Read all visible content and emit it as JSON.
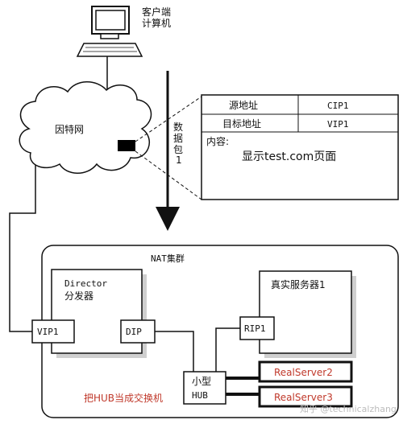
{
  "client": {
    "label_line1": "客户端",
    "label_line2": "计算机"
  },
  "internet": {
    "label": "因特网"
  },
  "packet": {
    "arrow_label": [
      "数",
      "据",
      "包",
      "1"
    ],
    "table": {
      "rows": [
        {
          "key": "源地址",
          "value": "CIP1"
        },
        {
          "key": "目标地址",
          "value": "VIP1"
        }
      ],
      "content_label": "内容:",
      "content_value": "显示test.com页面"
    }
  },
  "cluster": {
    "title": "NAT集群",
    "director": {
      "title_line1": "Director",
      "title_line2": "分发器",
      "vip": "VIP1",
      "dip": "DIP"
    },
    "hub": {
      "line1": "小型",
      "line2": "HUB",
      "caption": "把HUB当成交换机"
    },
    "real_server1": {
      "title": "真实服务器1",
      "rip": "RIP1"
    },
    "real_server2": {
      "label": "RealServer2"
    },
    "real_server3": {
      "label": "RealServer3"
    }
  },
  "watermark": "知乎 @technicalzhang",
  "colors": {
    "accent_red": "#c0392b",
    "line": "#111111"
  }
}
